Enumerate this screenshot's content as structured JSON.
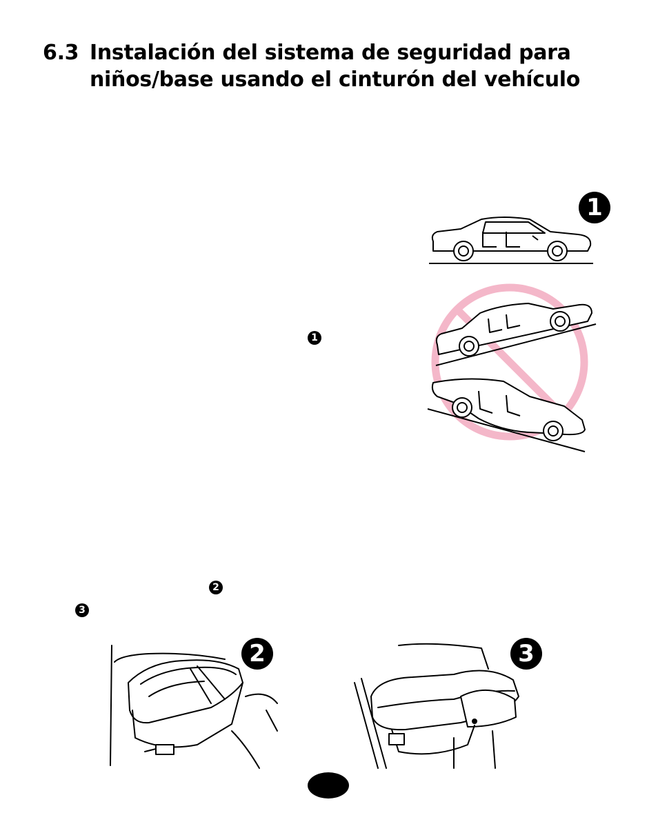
{
  "section": {
    "number": "6.3",
    "title_line1": "Instalación del sistema de seguridad para",
    "title_line2": "niños/base usando el cinturón del vehículo"
  },
  "markers": {
    "fig1_label": "1",
    "text_ref_1": "1",
    "text_ref_2": "2",
    "text_ref_3": "3",
    "fig2_label": "2",
    "fig3_label": "3"
  },
  "colors": {
    "prohibition_sign": "#f4b7c9",
    "ink": "#000000"
  }
}
